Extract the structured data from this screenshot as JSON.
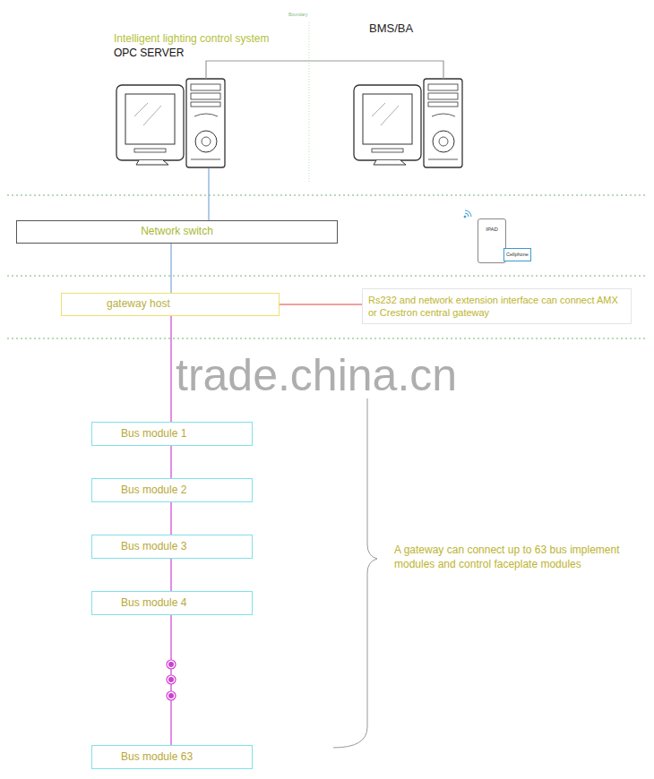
{
  "diagram": {
    "nodes": [
      {
        "text": [
          "Intelligent lighting control system",
          "OPC SERVER"
        ]
      },
      {
        "text": [
          "BMS/BA"
        ]
      },
      {
        "text": [
          "Network switch"
        ]
      },
      {
        "text": [
          "gateway host"
        ]
      },
      {
        "text": [
          "Rs232 and network extension interface can connect AMX or Crestron central gateway"
        ]
      },
      {
        "text": [
          "IPAD"
        ]
      },
      {
        "text": [
          "Cellphone"
        ]
      },
      {
        "text": [
          "Bus module 1"
        ]
      },
      {
        "text": [
          "Bus module 2"
        ]
      },
      {
        "text": [
          "Bus module 3"
        ]
      },
      {
        "text": [
          "Bus module 4"
        ]
      },
      {
        "text": [
          "Bus module 63"
        ]
      }
    ],
    "edges": [
      {
        "from": 0,
        "to": 1,
        "arrow": "none"
      },
      {
        "from": 0,
        "to": 2,
        "arrow": "none"
      },
      {
        "from": 2,
        "to": 3,
        "arrow": "none"
      },
      {
        "from": 3,
        "to": 4,
        "arrow": "none"
      },
      {
        "from": 3,
        "to": 7,
        "arrow": "none"
      },
      {
        "from": 7,
        "to": 8,
        "arrow": "none"
      },
      {
        "from": 8,
        "to": 9,
        "arrow": "none"
      },
      {
        "from": 9,
        "to": 10,
        "arrow": "none"
      },
      {
        "from": 10,
        "to": 11,
        "arrow": "none"
      }
    ],
    "labels": [
      "Boundary",
      "trade.china.cn",
      "A gateway can connect up to 63 bus implement modules and control faceplate modules"
    ]
  }
}
